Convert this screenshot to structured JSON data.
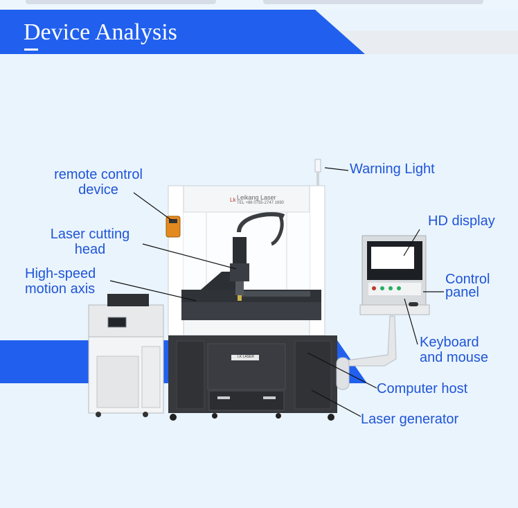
{
  "header": {
    "title": "Device Analysis"
  },
  "machine": {
    "brand_name": "Leikang Laser",
    "brand_sub": "TEL +86 0755-2747 1690",
    "plate": "LK LASER"
  },
  "labels": {
    "remote_control": [
      "remote control",
      "device"
    ],
    "laser_cutting_head": [
      "Laser cutting",
      "head"
    ],
    "motion_axis": [
      "High-speed",
      "motion axis"
    ],
    "warning_light": "Warning Light",
    "hd_display": "HD display",
    "control_panel": [
      "Control",
      "panel"
    ],
    "keyboard_mouse": [
      "Keyboard",
      "and mouse"
    ],
    "computer_host": "Computer host",
    "laser_generator": "Laser generator"
  },
  "colors": {
    "accent": "#2160ee",
    "label": "#1f55d6",
    "background": "#eaf4fd"
  }
}
